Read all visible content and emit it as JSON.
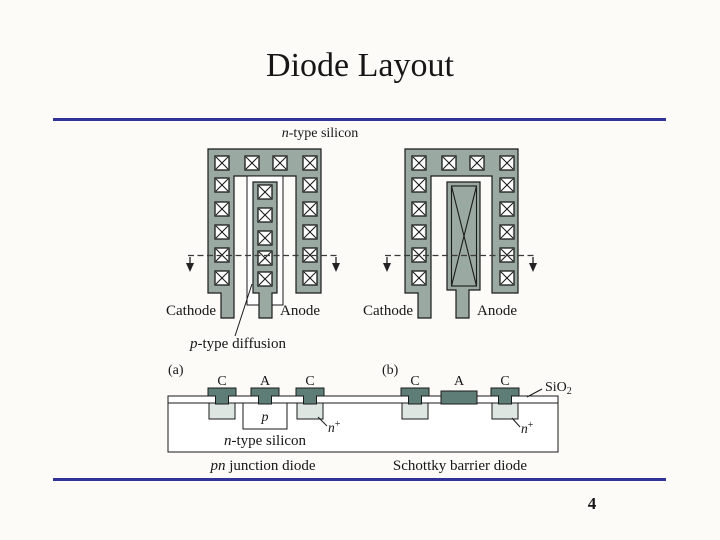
{
  "slide": {
    "title": "Diode Layout",
    "page_number": "4",
    "accent_color": "#32329B"
  },
  "figure": {
    "colors": {
      "body": "#9AA9A1",
      "contact": "#5E7D76",
      "nplus": "#DEE6E2",
      "cut_line": "#3A3A3A"
    },
    "top_label": {
      "italic": "n",
      "rest": "-type silicon"
    },
    "layout_a": {
      "tag": "(a)",
      "cathode_label": "Cathode",
      "anode_label": "Anode",
      "diffusion_label": {
        "italic": "p",
        "rest": "-type diffusion"
      }
    },
    "layout_b": {
      "tag": "(b)",
      "cathode_label": "Cathode",
      "anode_label": "Anode"
    },
    "cross_section": {
      "pn_contacts": [
        "C",
        "A",
        "C"
      ],
      "schottky_contacts": [
        "C",
        "A",
        "C"
      ],
      "oxide_label": {
        "base": "SiO",
        "sub": "2"
      },
      "p_well_label": "p",
      "nplus_label": {
        "italic": "n",
        "sup": "+"
      },
      "substrate_label": {
        "italic": "n",
        "rest": "-type silicon"
      },
      "caption_pn": {
        "italic": "pn",
        "rest": " junction diode"
      },
      "caption_schottky": "Schottky barrier diode"
    }
  }
}
